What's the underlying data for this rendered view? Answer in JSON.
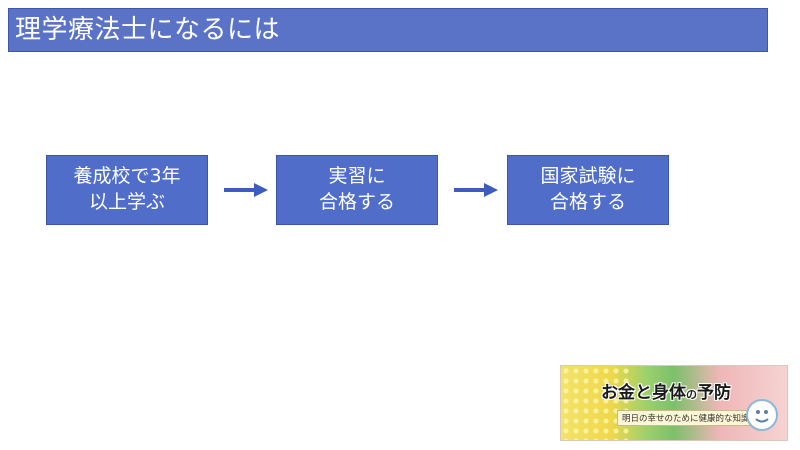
{
  "title": "理学療法士になるには",
  "steps": [
    {
      "line1": "養成校で3年",
      "line2": "以上学ぶ"
    },
    {
      "line1": "実習に",
      "line2": "合格する"
    },
    {
      "line1": "国家試験に",
      "line2": "合格する"
    }
  ],
  "banner": {
    "title_part1": "お金と身体",
    "title_part2": "の",
    "title_part3": "予防",
    "subtitle": "明日の幸せのために健康的な知識を"
  },
  "colors": {
    "title_bar": "#5b73c6",
    "step_box": "#4f6dc9",
    "arrow": "#3e5cbf",
    "text_on_blue": "#ffffff"
  },
  "icons": {
    "arrow": "right-arrow-icon",
    "badge": "round-badge-icon"
  }
}
